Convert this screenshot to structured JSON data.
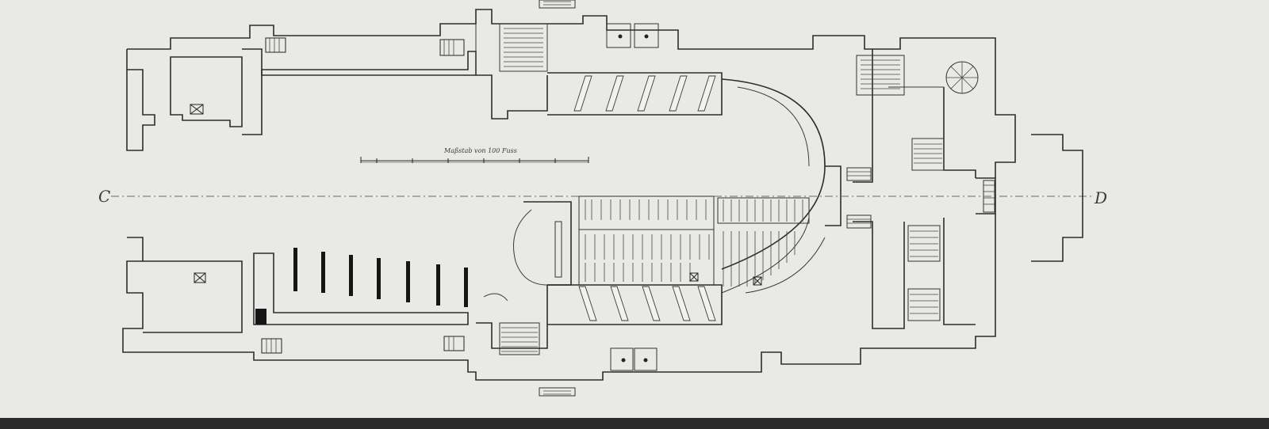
{
  "figure": {
    "section_marks": {
      "left": "C",
      "right": "D"
    },
    "scale_bar_caption": "Maßstab von 100 Fuss"
  },
  "colors": {
    "paper": "#e9e9e6",
    "ink": "#2d2d2b",
    "pew_fill": "#f1f1ee"
  }
}
